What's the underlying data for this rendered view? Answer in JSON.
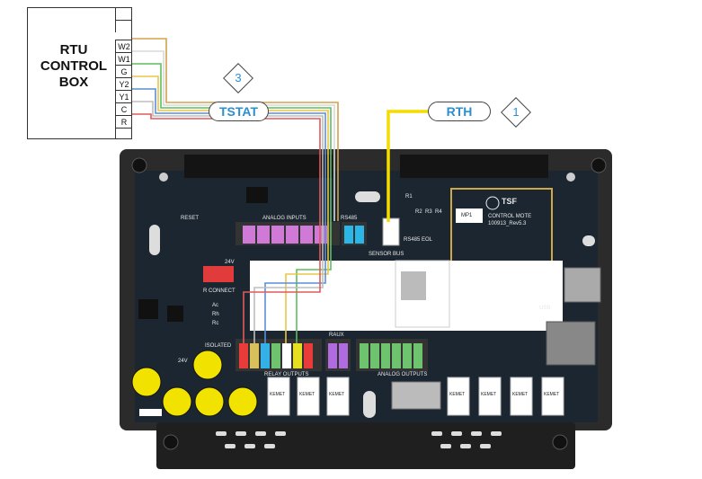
{
  "rtu": {
    "title_line1": "RTU",
    "title_line2": "CONTROL",
    "title_line3": "BOX",
    "terminals": [
      "",
      "",
      "W2",
      "W1",
      "G",
      "Y2",
      "Y1",
      "C",
      "R",
      ""
    ]
  },
  "callouts": {
    "tstat": {
      "label": "TSTAT",
      "number": "3"
    },
    "rth": {
      "label": "RTH",
      "number": "1"
    }
  },
  "board": {
    "analog_inputs": "ANALOG INPUTS",
    "rs485": "RS485",
    "rs485_eol": "RS485 EOL",
    "sensor_bus": "SENSOR BUS",
    "reset": "RESET",
    "connect": "R CONNECT",
    "isolated": "ISOLATED",
    "relay_outputs": "RELAY OUTPUTS",
    "analog_outputs": "ANALOG OUTPUTS",
    "raux": "RAUX",
    "v24_a": "24V",
    "v24_b": "24V",
    "mp1": "MP1",
    "mote_brand": "TSF",
    "mote_name": "CONTROL MOTE",
    "mote_rev": "100913_Rev5.3",
    "kemet": "KEMET",
    "leds": [
      "Ac",
      "Rh",
      "Rc"
    ],
    "r_labels": [
      "R1",
      "R2",
      "R3",
      "R4"
    ],
    "usb_label": "USB"
  },
  "colors": {
    "w2": "#d4a24c",
    "w1": "#d9d9d9",
    "g": "#5cbf5c",
    "y2": "#e7c64a",
    "y1": "#5a8fd6",
    "c": "#bdbdbd",
    "r": "#e05a5a",
    "rth_wire": "#f4dc00",
    "accent": "#2a8fd0",
    "pcb": "#1e2a33",
    "case": "#2a2a2a"
  }
}
